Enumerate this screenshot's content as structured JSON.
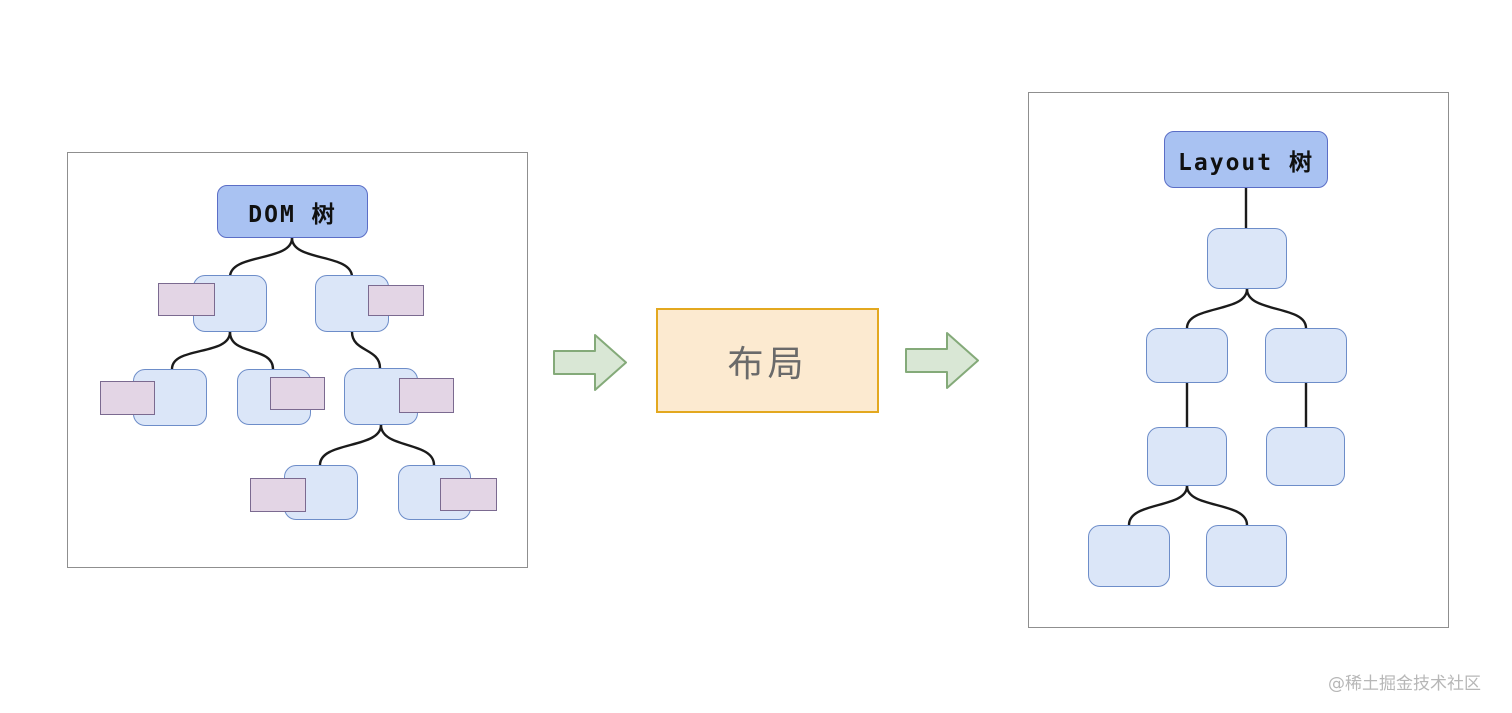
{
  "left_tree": {
    "root_label": "DOM 树",
    "description": "DOM tree with 8 nodes; 7 anonymous child nodes each have an overlapping pink rectangle tag",
    "nodes": [
      {
        "id": "l2-left",
        "parent": "root",
        "pink_tag_side": "left"
      },
      {
        "id": "l2-right",
        "parent": "root",
        "pink_tag_side": "right"
      },
      {
        "id": "l3-left",
        "parent": "l2-left",
        "pink_tag_side": "left"
      },
      {
        "id": "l3-mid",
        "parent": "l2-left",
        "pink_tag_side": "right"
      },
      {
        "id": "l3-right",
        "parent": "l2-right",
        "pink_tag_side": "right"
      },
      {
        "id": "l4-left",
        "parent": "l3-right",
        "pink_tag_side": "left"
      },
      {
        "id": "l4-right",
        "parent": "l3-right",
        "pink_tag_side": "right"
      }
    ]
  },
  "process": {
    "label": "布局"
  },
  "right_tree": {
    "root_label": "Layout 树",
    "description": "Layout tree with 8 nodes, no pink tags",
    "nodes": [
      {
        "id": "r1",
        "parent": "root"
      },
      {
        "id": "r2-left",
        "parent": "r1"
      },
      {
        "id": "r2-right",
        "parent": "r1"
      },
      {
        "id": "r3-left",
        "parent": "r2-left"
      },
      {
        "id": "r3-right",
        "parent": "r2-right"
      },
      {
        "id": "r4-left",
        "parent": "r3-left"
      },
      {
        "id": "r4-right",
        "parent": "r3-left"
      }
    ]
  },
  "watermark": "@稀土掘金技术社区",
  "colors": {
    "root_node_fill": "#a9c2f2",
    "root_node_border": "#5b6ec6",
    "node_fill": "#dbe6f8",
    "node_border": "#6d8dc9",
    "pink_tag_fill": "#e3d5e5",
    "pink_tag_border": "#7b6a90",
    "process_box_fill": "#fcead0",
    "process_box_border": "#e3a81f",
    "arrow_fill": "#d9e7d5",
    "arrow_border": "#84aa79",
    "edge_color": "#1b1b1b",
    "panel_border": "#8f8f8f",
    "watermark_color": "#b7b7b7"
  }
}
